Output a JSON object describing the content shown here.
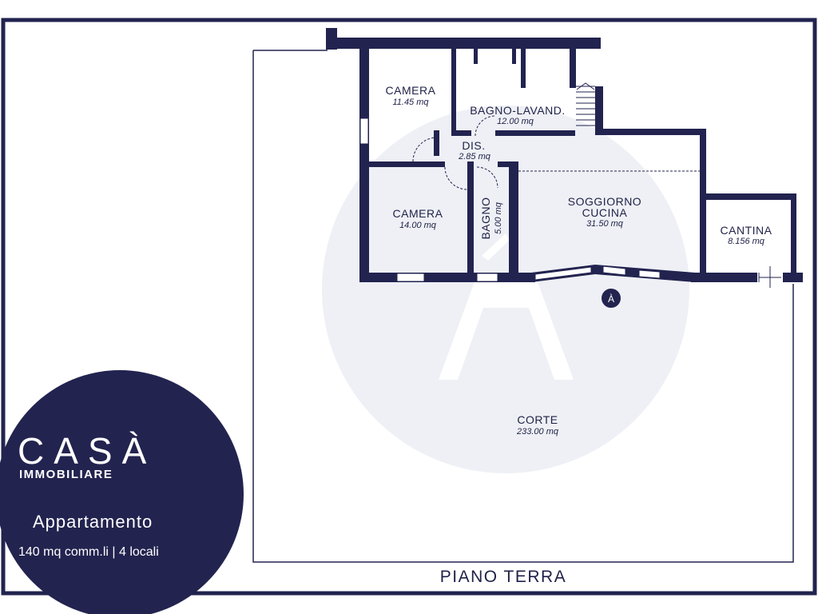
{
  "colors": {
    "navy": "#22234f",
    "watermark": "#eef0f5",
    "background": "#ffffff"
  },
  "floor": {
    "label": "PIANO TERRA"
  },
  "rooms": {
    "camera_top": {
      "name": "CAMERA",
      "area": "11.45 mq"
    },
    "bagno_lavand": {
      "name": "BAGNO-LAVAND.",
      "area": "12.00 mq"
    },
    "dis": {
      "name": "DIS.",
      "area": "2.85 mq"
    },
    "camera_bottom": {
      "name": "CAMERA",
      "area": "14.00 mq"
    },
    "bagno": {
      "name": "BAGNO",
      "area": "5.00 mq"
    },
    "soggiorno": {
      "name_line1": "SOGGIORNO",
      "name_line2": "CUCINA",
      "area": "31.50 mq"
    },
    "cantina": {
      "name": "CANTINA",
      "area": "8.156 mq"
    },
    "corte": {
      "name": "CORTE",
      "area": "233.00 mq"
    }
  },
  "entrance_marker": "À",
  "brand": {
    "logo_text": "CASÀ",
    "subtitle": "IMMOBILIARE",
    "property_type": "Appartamento",
    "details": "140 mq comm.li | 4 locali"
  }
}
